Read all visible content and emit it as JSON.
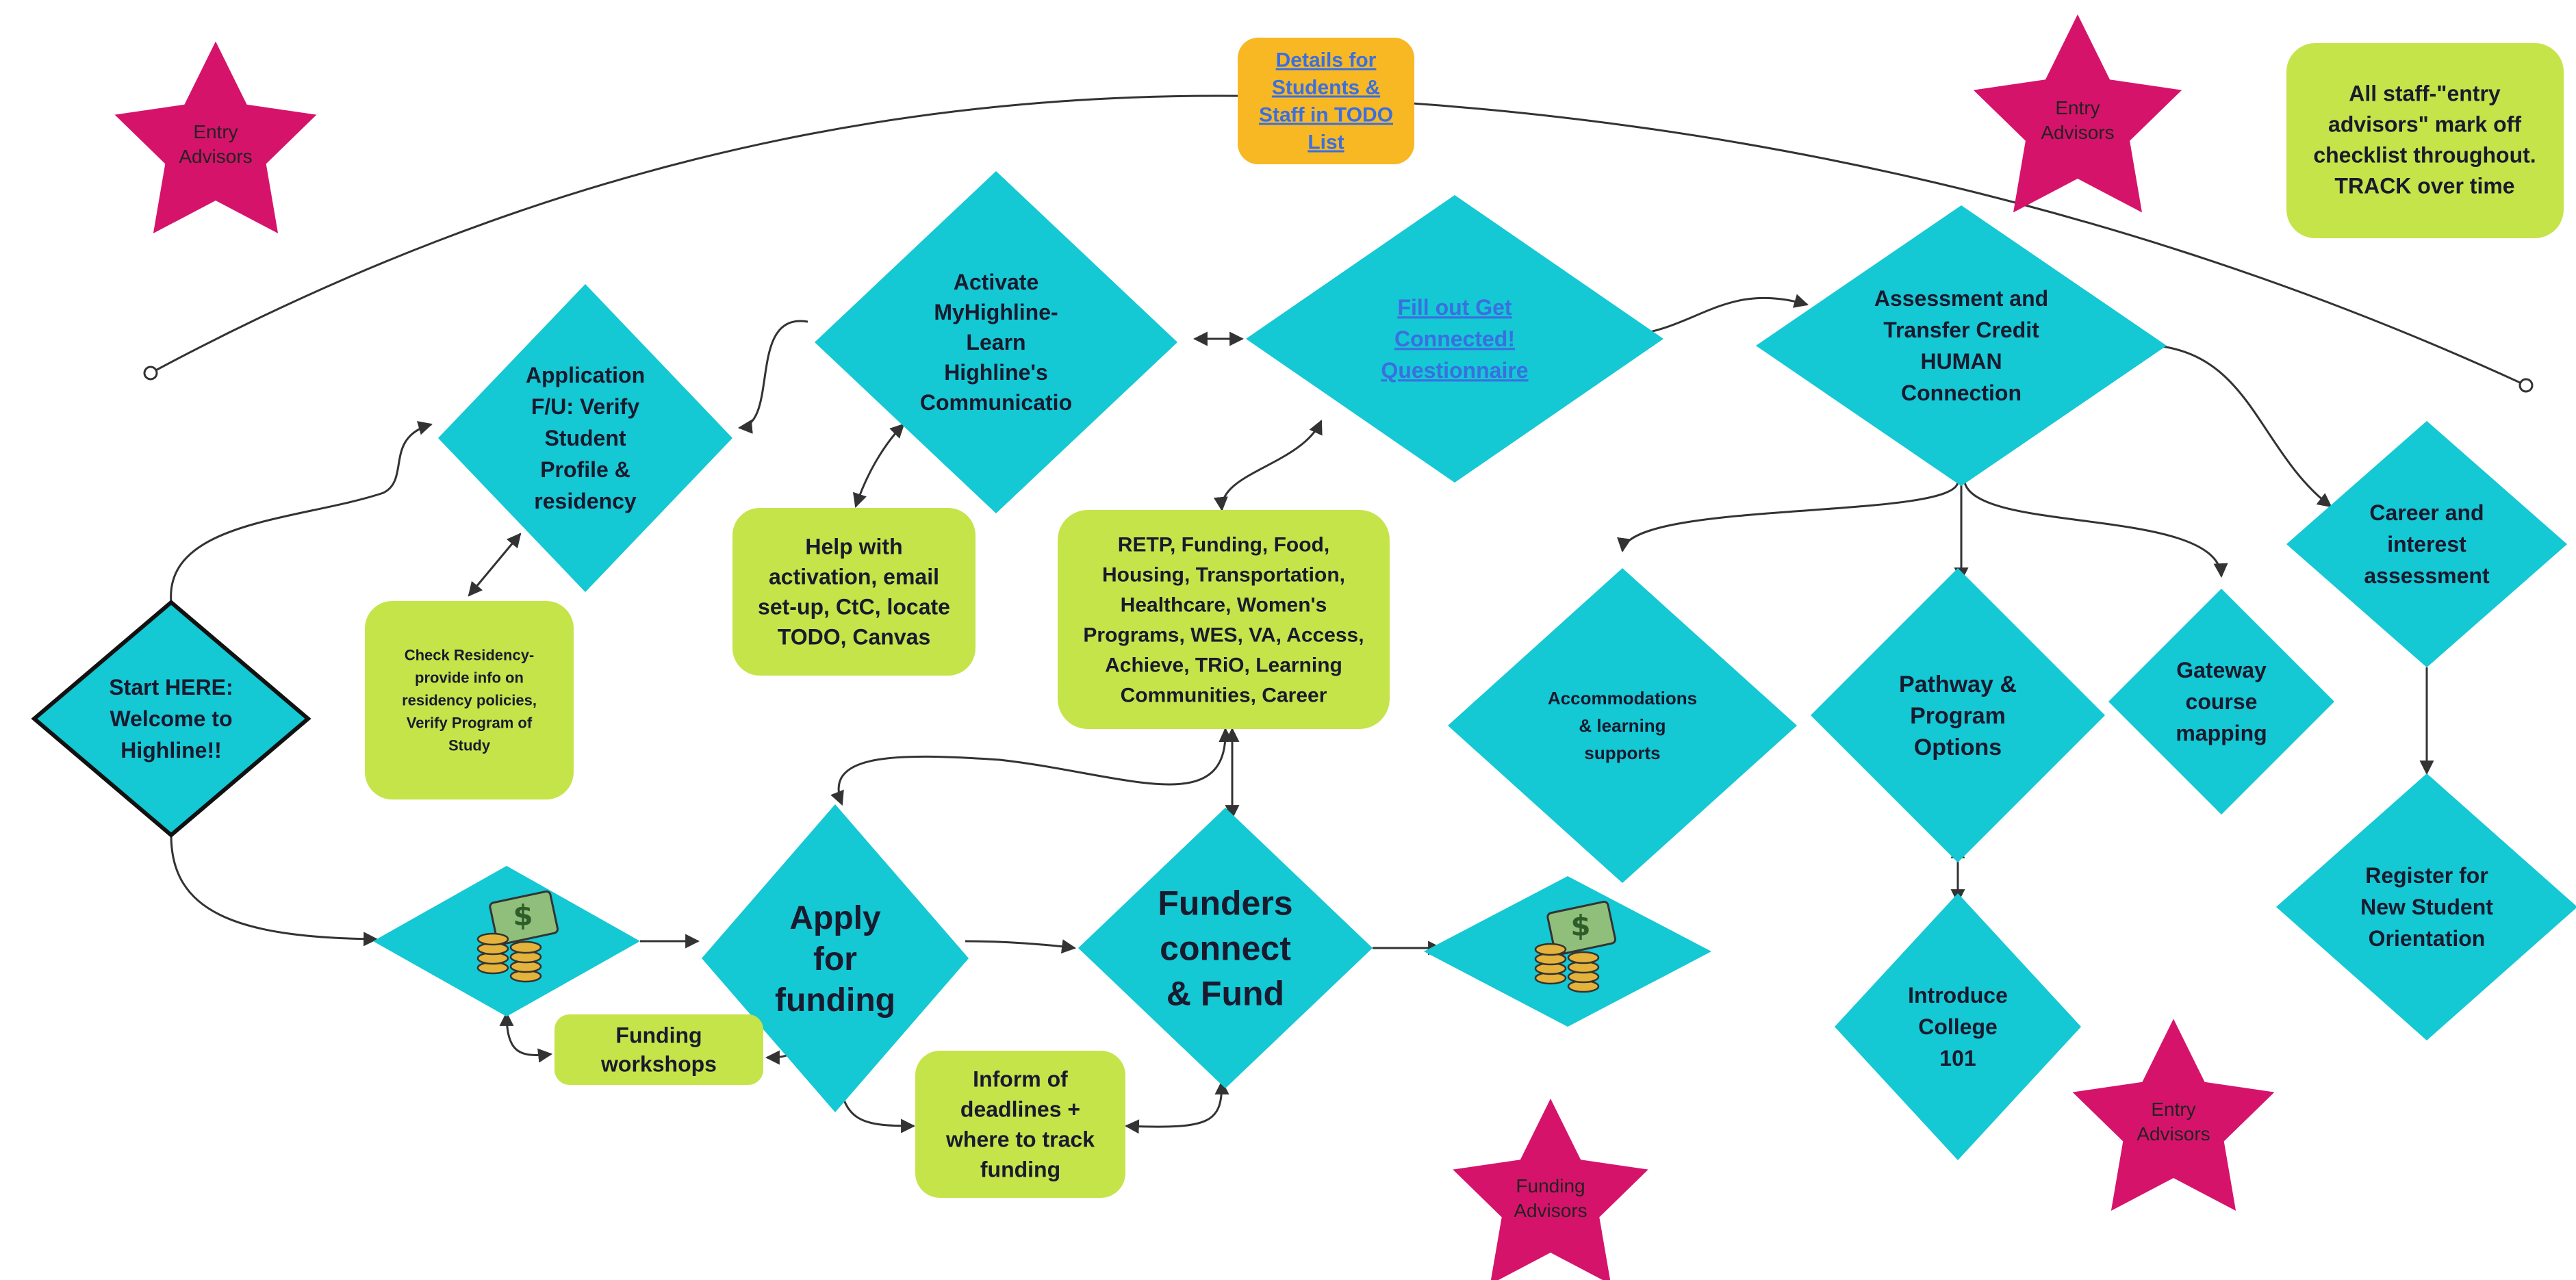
{
  "colors": {
    "diamond": "#14C8D4",
    "box": "#C5E44A",
    "star": "#D6136B",
    "todo": "#F7B824",
    "line": "#333333",
    "start_border": "#111111"
  },
  "header": {
    "todo_link": [
      "Details for",
      "Students &",
      "Staff in TODO",
      "List"
    ],
    "note": [
      "All staff-\"entry",
      "advisors\" mark off",
      "checklist throughout.",
      "TRACK over time"
    ]
  },
  "stars": {
    "entry_top_left": [
      "Entry",
      "Advisors"
    ],
    "entry_top_right": [
      "Entry",
      "Advisors"
    ],
    "funding_bottom": [
      "Funding",
      "Advisors"
    ],
    "entry_bottom_right": [
      "Entry",
      "Advisors"
    ]
  },
  "nodes": {
    "start": [
      "Start HERE:",
      "Welcome to",
      "Highline!!"
    ],
    "application": [
      "Application",
      "F/U: Verify",
      "Student",
      "Profile &",
      "residency"
    ],
    "activate": [
      "Activate",
      "MyHighline-",
      "Learn",
      "Highline's",
      "Communicatio"
    ],
    "questionnaire": [
      "Fill out Get",
      "Connected!",
      "Questionnaire"
    ],
    "assessment": [
      "Assessment and",
      "Transfer Credit",
      "HUMAN",
      "Connection"
    ],
    "career": [
      "Career and",
      "interest",
      "assessment"
    ],
    "register": [
      "Register for",
      "New Student",
      "Orientation"
    ],
    "accommodations": [
      "Accommodations",
      "& learning",
      "supports"
    ],
    "pathway": [
      "Pathway &",
      "Program",
      "Options"
    ],
    "gateway": [
      "Gateway",
      "course",
      "mapping"
    ],
    "college101": [
      "Introduce",
      "College",
      "101"
    ],
    "apply": [
      "Apply",
      "for",
      "funding"
    ],
    "funders": [
      "Funders",
      "connect",
      "& Fund"
    ]
  },
  "boxes": {
    "residency": [
      "Check Residency-",
      "provide info on",
      "residency policies,",
      "Verify Program of",
      "Study"
    ],
    "help_activation": [
      "Help with",
      "activation, email",
      "set-up, CtC, locate",
      "TODO, Canvas"
    ],
    "resources": [
      "RETP, Funding, Food,",
      "Housing, Transportation,",
      "Healthcare, Women's",
      "Programs, WES, VA, Access,",
      "Achieve, TRiO, Learning",
      "Communities, Career"
    ],
    "funding_workshops": [
      "Funding",
      "workshops"
    ],
    "inform_deadlines": [
      "Inform of",
      "deadlines +",
      "where to track",
      "funding"
    ]
  },
  "icons": {
    "money_left": "money-stack-icon",
    "money_right": "money-stack-icon"
  }
}
